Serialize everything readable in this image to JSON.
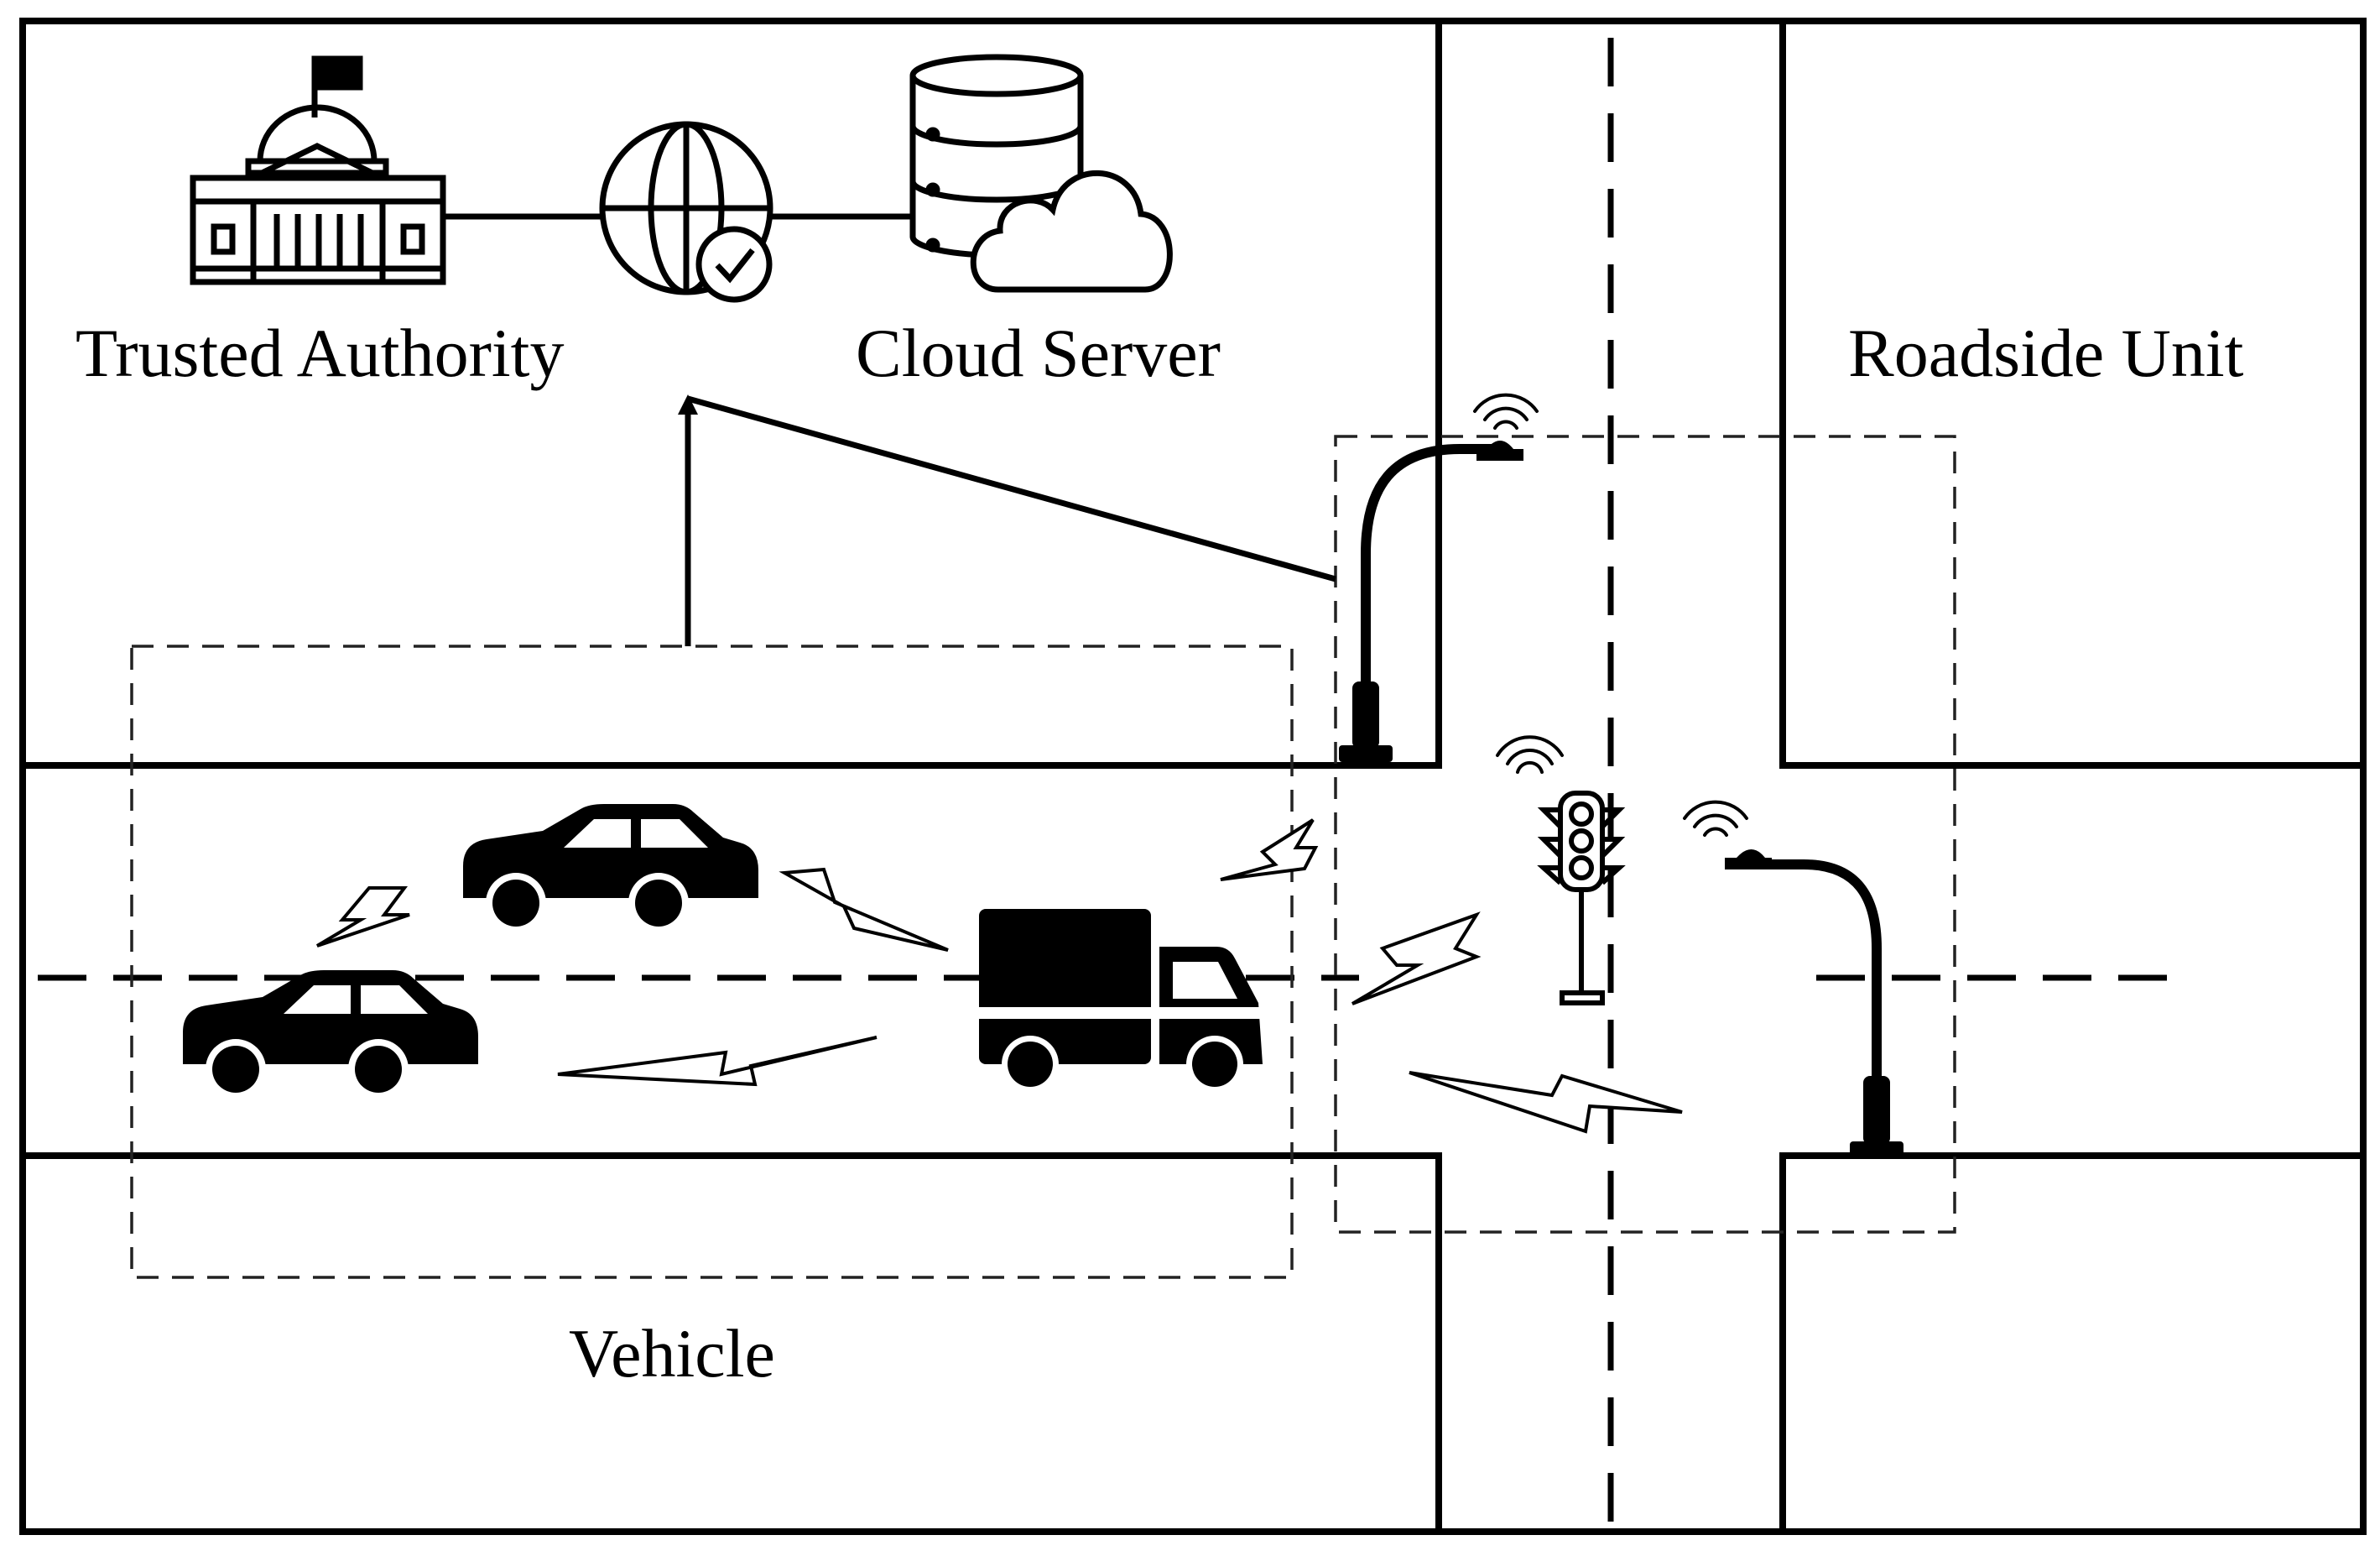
{
  "labels": {
    "trusted_authority": "Trusted Authority",
    "cloud_server": "Cloud Server",
    "roadside_unit": "Roadside Unit",
    "vehicle": "Vehicle"
  },
  "icons": [
    "government-building-icon",
    "globe-check-icon",
    "database-cloud-icon",
    "car-icon",
    "truck-icon",
    "street-lamp-icon",
    "traffic-light-icon",
    "wifi-signal-icon",
    "lightning-bolt-icon"
  ],
  "colors": {
    "stroke": "#000000",
    "background": "#ffffff"
  }
}
